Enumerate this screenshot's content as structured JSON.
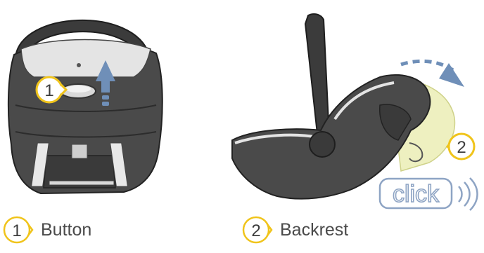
{
  "callouts": [
    {
      "number": "1",
      "label": "Button"
    },
    {
      "number": "2",
      "label": "Backrest"
    }
  ],
  "click_label": "click",
  "colors": {
    "shell": "#4a4a4a",
    "shell_dark": "#2e2e2e",
    "light_panel": "#e4e4e4",
    "accent_yellow": "#f0c41b",
    "highlight_yellow": "#eef0c0",
    "arrow_blue": "#6f8fb8",
    "click_blue": "#8ea4c4"
  },
  "icons": [
    "arrow-up-icon",
    "curved-arrow-icon",
    "sound-waves-icon"
  ]
}
